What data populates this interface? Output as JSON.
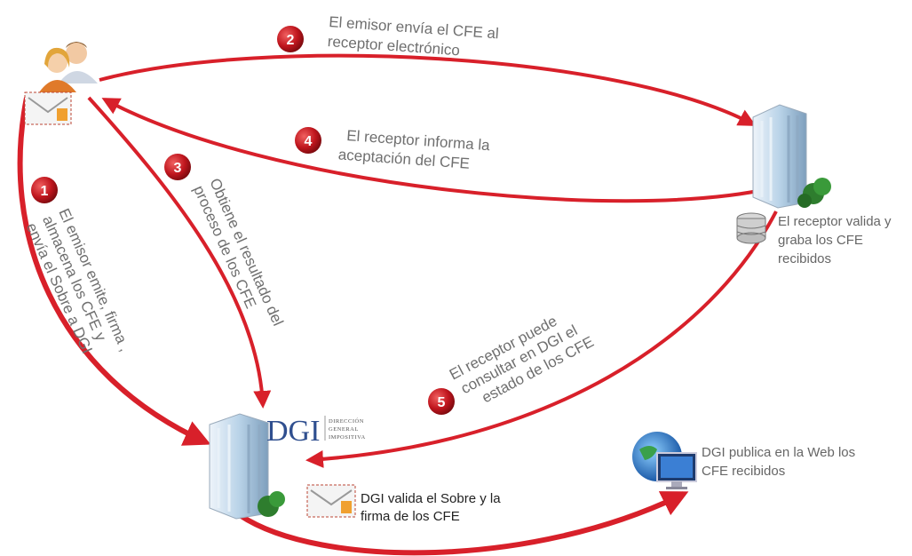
{
  "colors": {
    "arrow": "#d8202a",
    "badge": "#c0161e",
    "label_text": "#6f6f6f",
    "building_glass": "#b9d3e8",
    "bush": "#2e7d2e",
    "dgi_blue": "#2f4f8f"
  },
  "icons": {
    "users": "users-icon",
    "envelope": "envelope-icon",
    "emitter_building": "building-icon",
    "receiver_building": "building-icon",
    "database": "database-icon",
    "globe": "globe-monitor-icon"
  },
  "steps": [
    {
      "number": "1",
      "lines": [
        "El emisor emite, firma ,",
        "almacena los CFE y",
        "envía el Sobre a DGI"
      ]
    },
    {
      "number": "2",
      "lines": [
        "El emisor envía el CFE al",
        "receptor electrónico"
      ]
    },
    {
      "number": "3",
      "lines": [
        "Obtiene el resultado del",
        "proceso de los CFE"
      ]
    },
    {
      "number": "4",
      "lines": [
        "El receptor informa la",
        "aceptación del CFE"
      ]
    },
    {
      "number": "5",
      "lines": [
        "El receptor puede",
        "consultar en DGI el",
        "estado de los CFE"
      ]
    }
  ],
  "dgi": {
    "logo_text": "DGI",
    "logo_sub": [
      "DIRECCIÓN",
      "GENERAL",
      "IMPOSITIVA"
    ]
  },
  "notes": {
    "receiver": [
      "El receptor valida y",
      "graba los CFE",
      "recibidos"
    ],
    "dgi_validates": [
      "DGI valida el Sobre y  la",
      "firma de los CFE"
    ],
    "dgi_publishes": [
      "DGI publica en la Web los",
      "CFE recibidos"
    ]
  }
}
